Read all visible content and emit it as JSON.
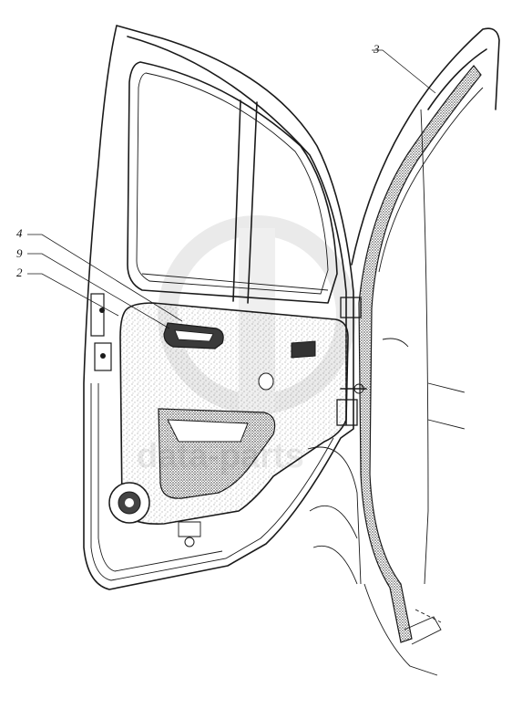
{
  "callouts": [
    {
      "id": "3",
      "label": "3"
    },
    {
      "id": "4",
      "label": "4"
    },
    {
      "id": "9",
      "label": "9"
    },
    {
      "id": "2",
      "label": "2"
    }
  ],
  "watermark": {
    "text": "data-parts"
  },
  "colors": {
    "line": "#1a1a1a",
    "stipple": "#8a8a8a",
    "watermark": "#d9d9d9"
  }
}
